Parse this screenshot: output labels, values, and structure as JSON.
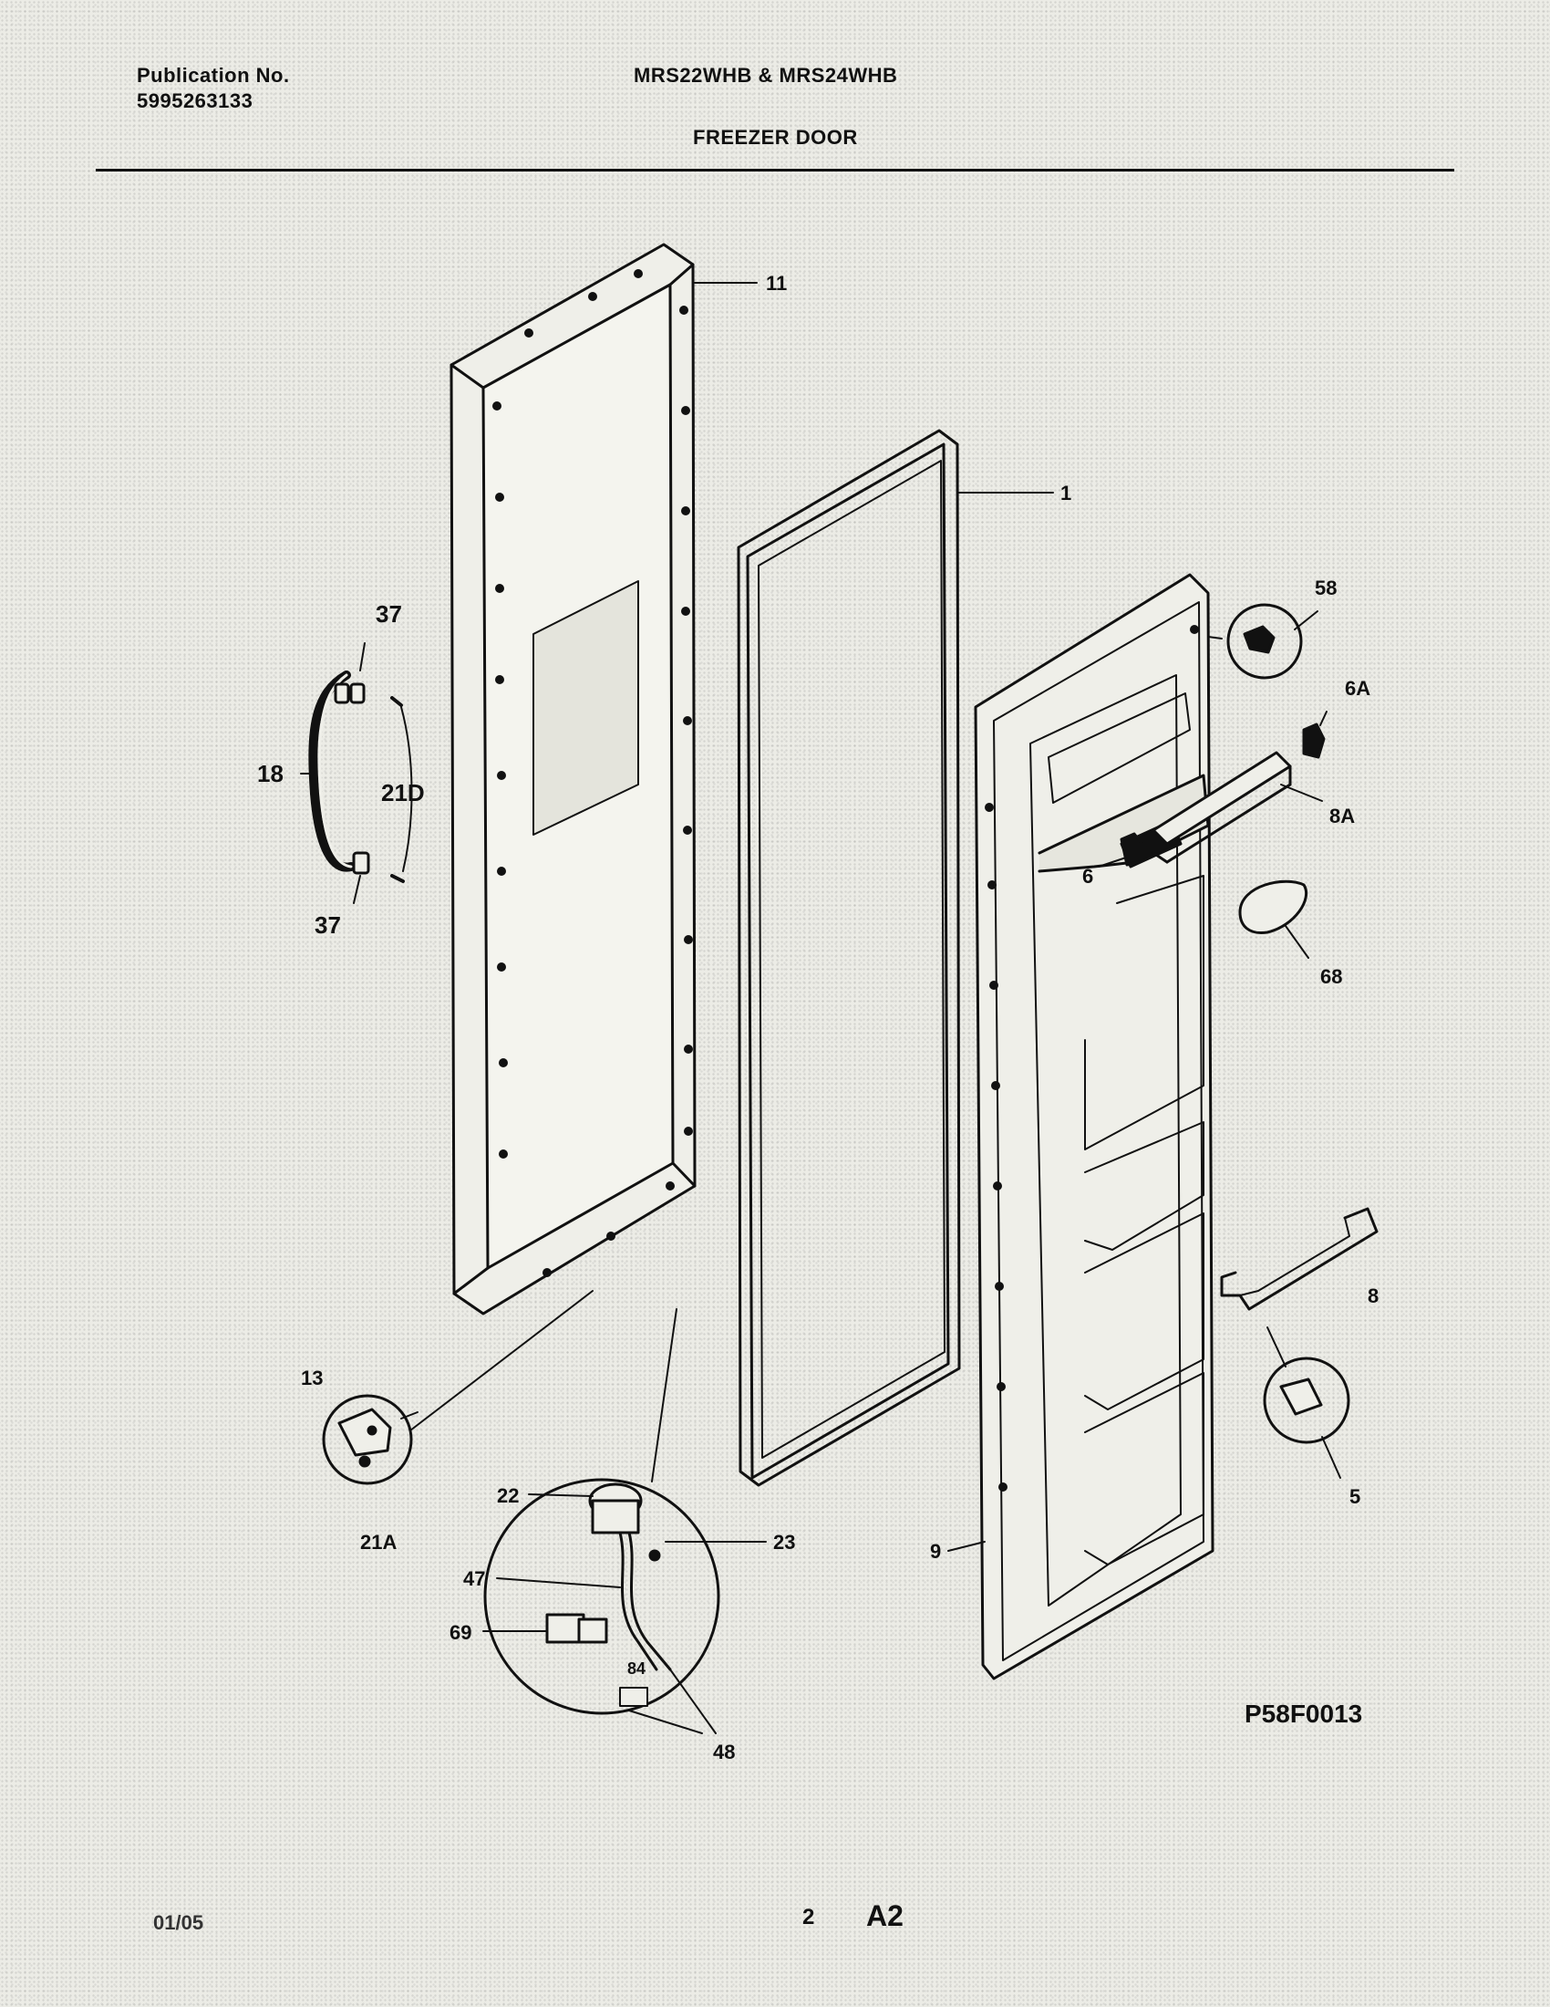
{
  "header": {
    "publication_label": "Publication No.",
    "publication_number": "5995263133",
    "models": "MRS22WHB & MRS24WHB",
    "section_title": "FREEZER DOOR"
  },
  "diagram": {
    "drawing_code": "P58F0013",
    "callouts": {
      "c11": "11",
      "c1": "1",
      "c58": "58",
      "c6A": "6A",
      "c8A": "8A",
      "c6": "6",
      "c68": "68",
      "c37a": "37",
      "c37b": "37",
      "c18": "18",
      "c21D": "21D",
      "c8": "8",
      "c5": "5",
      "c9": "9",
      "c13": "13",
      "c21A": "21A",
      "c22": "22",
      "c23": "23",
      "c47": "47",
      "c69": "69",
      "c84": "84",
      "c48": "48"
    }
  },
  "footer": {
    "date": "01/05",
    "page": "2",
    "code": "A2"
  }
}
